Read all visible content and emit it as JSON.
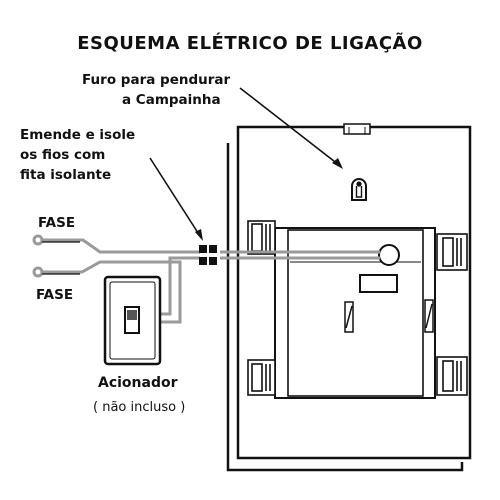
{
  "title": "ESQUEMA ELÉTRICO DE LIGAÇÃO",
  "labels": {
    "hole_line1": "Furo para pendurar",
    "hole_line2": "a Campainha",
    "splice_line1": "Emende e isole",
    "splice_line2": "os fios com",
    "splice_line3": "fita isolante",
    "fase_top": "FASE",
    "fase_bottom": "FASE",
    "switch_name": "Acionador",
    "switch_note": "( não incluso )"
  },
  "colors": {
    "ink": "#111111",
    "wire": "#9a9a9a",
    "tape": "#111111",
    "background": "#ffffff"
  }
}
